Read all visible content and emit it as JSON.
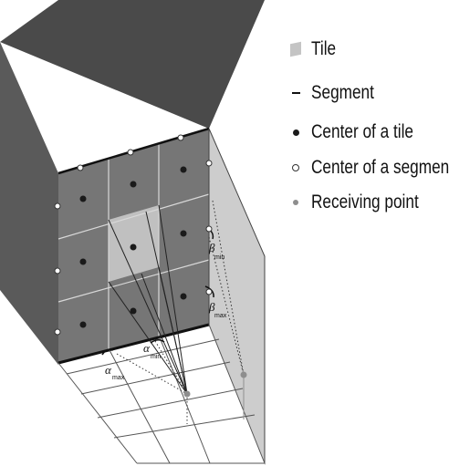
{
  "legend": {
    "tile": "Tile",
    "segment": "Segment",
    "tile_center": "Center of a tile",
    "segment_center": "Center of a segment",
    "receiving_point": "Receiving point"
  },
  "labels": {
    "alpha": "α",
    "beta": "β",
    "sub_max": "max",
    "sub_min": "min"
  },
  "colors": {
    "box_top": "#4a4a4a",
    "box_side": "#595959",
    "front_face": "#777777",
    "highlight_tile": "#c0c0c0",
    "wall": "#cfcfcf",
    "receiver": "#8e8e8e"
  }
}
